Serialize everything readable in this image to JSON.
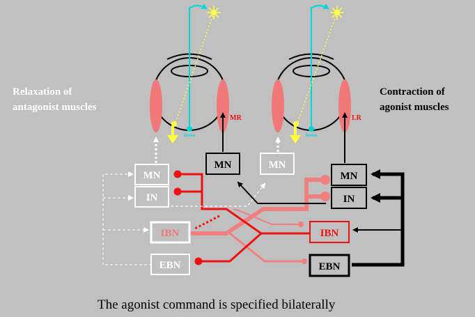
{
  "labels": {
    "left_side": [
      "Relaxation of",
      "antagonist muscles"
    ],
    "right_side": [
      "Contraction of",
      "agonist muscles"
    ],
    "caption": "The agonist command is specified bilaterally",
    "muscle_left": "MR",
    "muscle_right": "LR",
    "fovea_left": "fovea",
    "fovea_right": "fovea"
  },
  "boxes": {
    "mn_left_inactive": "MN",
    "in_left_inactive": "IN",
    "ibn_left_inactive": "IBN",
    "ebn_left_inactive": "EBN",
    "mn_center_active": "MN",
    "mn_center_inactive": "MN",
    "mn_right_active": "MN",
    "in_right_active": "IN",
    "ibn_right_active": "IBN",
    "ebn_right_active": "EBN"
  },
  "colors": {
    "background": "#c0c0c0",
    "excitatory_active": "#000000",
    "inhibitory_active": "#ee1111",
    "inhibitory_faded": "#f08080",
    "inactive": "#ffffff",
    "target": "#ffff44",
    "visual_axis": "#00d8d8",
    "muscle": "#f07878"
  }
}
